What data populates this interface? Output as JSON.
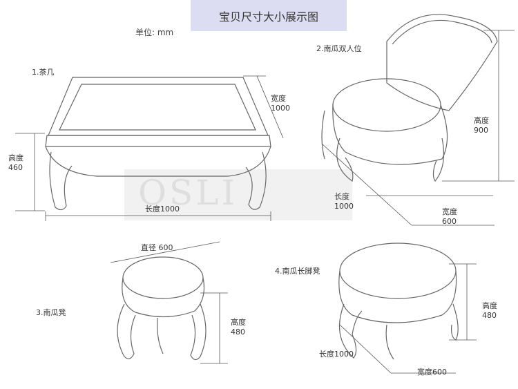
{
  "title": "宝贝尺寸大小展示图",
  "unit": "单位: mm",
  "watermark": "OSLI",
  "items": {
    "tea_table": {
      "label": "1.茶几",
      "width_label": "宽度",
      "width_value": "1000",
      "height_label": "高度",
      "height_value": "460",
      "length_label": "长度1000"
    },
    "sofa": {
      "label": "2.南瓜双人位",
      "height_label": "高度",
      "height_value": "900",
      "length_label": "长度",
      "length_value": "1000",
      "width_label": "宽度",
      "width_value": "600"
    },
    "stool": {
      "label": "3.南瓜凳",
      "diameter_label": "直径 600",
      "height_label": "高度",
      "height_value": "480"
    },
    "bench": {
      "label": "4.南瓜长脚凳",
      "height_label": "高度",
      "height_value": "480",
      "length_label": "长度1000",
      "width_label": "宽度600"
    }
  }
}
